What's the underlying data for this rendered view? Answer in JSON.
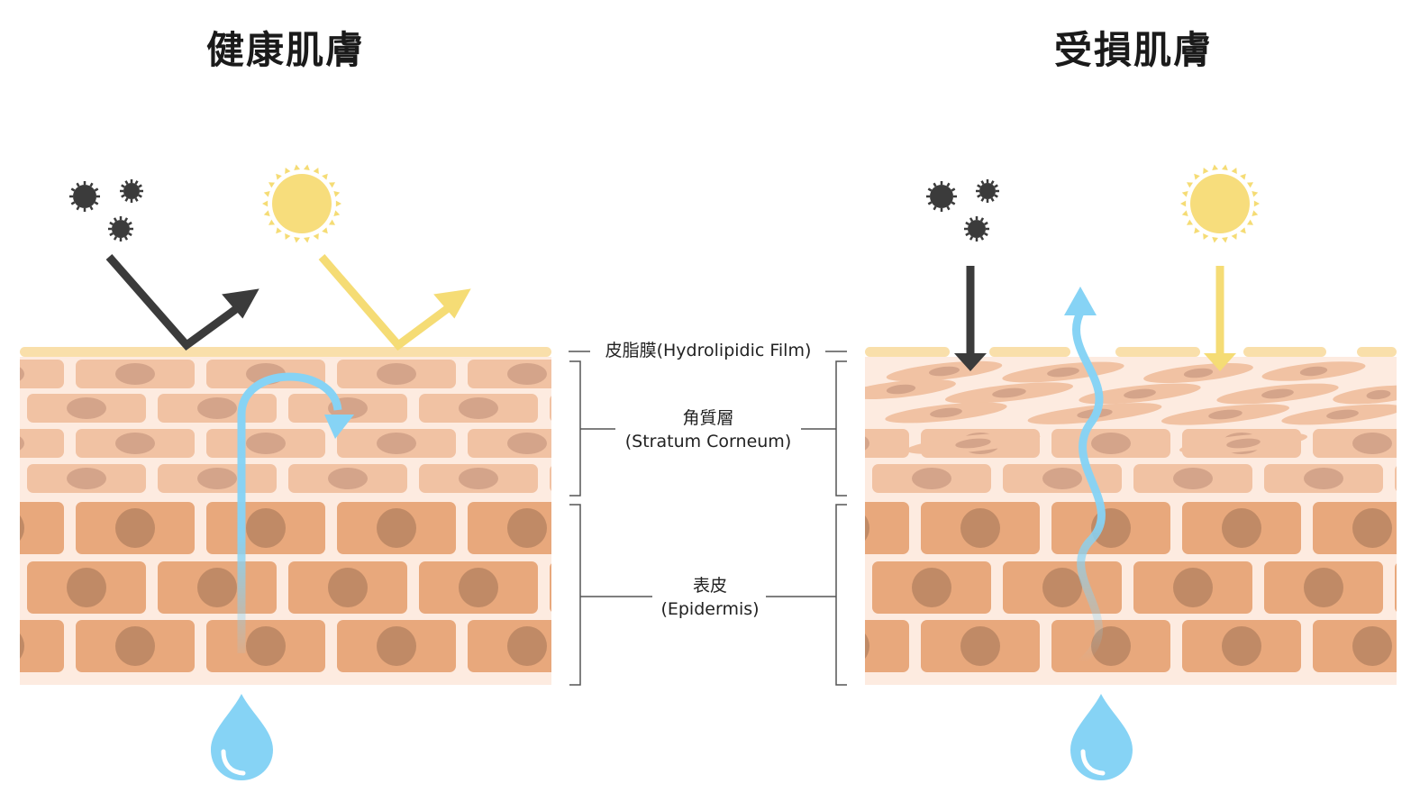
{
  "titles": {
    "healthy": "健康肌膚",
    "damaged": "受損肌膚"
  },
  "labels": {
    "film": "皮脂膜(Hydrolipidic Film)",
    "corneum_zh": "角質層",
    "corneum_en": "(Stratum Corneum)",
    "epidermis_zh": "表皮",
    "epidermis_en": "(Epidermis)"
  },
  "colors": {
    "film": "#f9dfaa",
    "skin_bg": "#fdebe0",
    "corneum_cell": "#f1c2a3",
    "corneum_nucleus": "#d4a48a",
    "epidermis_cell": "#e8a87c",
    "epidermis_nucleus": "#c08a66",
    "pollutant": "#3b3b3b",
    "sun": "#f7dd7c",
    "sun_ray": "#f5dc75",
    "water": "#86d3f5",
    "bracket": "#555555"
  },
  "icons": [
    "pollutant-icon",
    "sun-icon",
    "water-drop-icon"
  ]
}
